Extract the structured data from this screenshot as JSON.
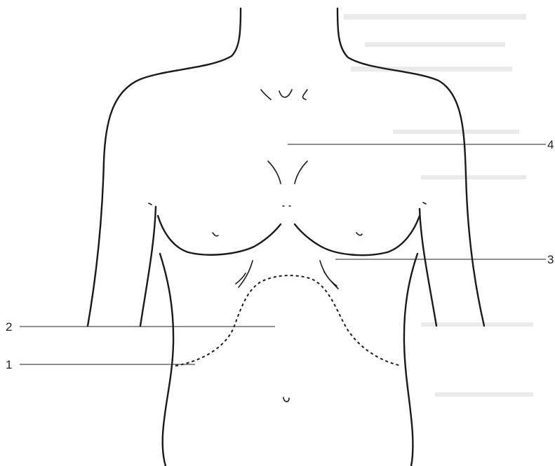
{
  "labels": [
    {
      "id": "1",
      "text": "1"
    },
    {
      "id": "2",
      "text": "2"
    },
    {
      "id": "3",
      "text": "3"
    },
    {
      "id": "4",
      "text": "4"
    }
  ],
  "colors": {
    "line": "#1a1a1a",
    "background": "#ffffff"
  }
}
